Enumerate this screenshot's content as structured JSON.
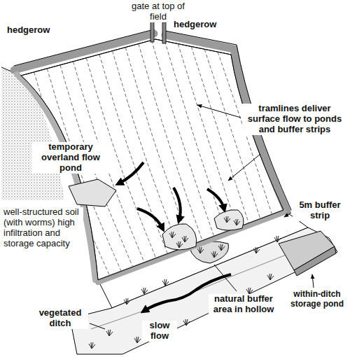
{
  "diagram": {
    "labels": [
      "gate at top of field",
      "hedgerow",
      "hedgerow",
      "tramlines deliver surface flow to ponds and buffer strips",
      "temporary overland flow pond",
      "5m buffer strip",
      "well-structured soil (with worms) high infiltration and storage capacity",
      "within-ditch storage pond",
      "natural buffer area in hollow",
      "vegetated ditch",
      "slow flow"
    ]
  }
}
